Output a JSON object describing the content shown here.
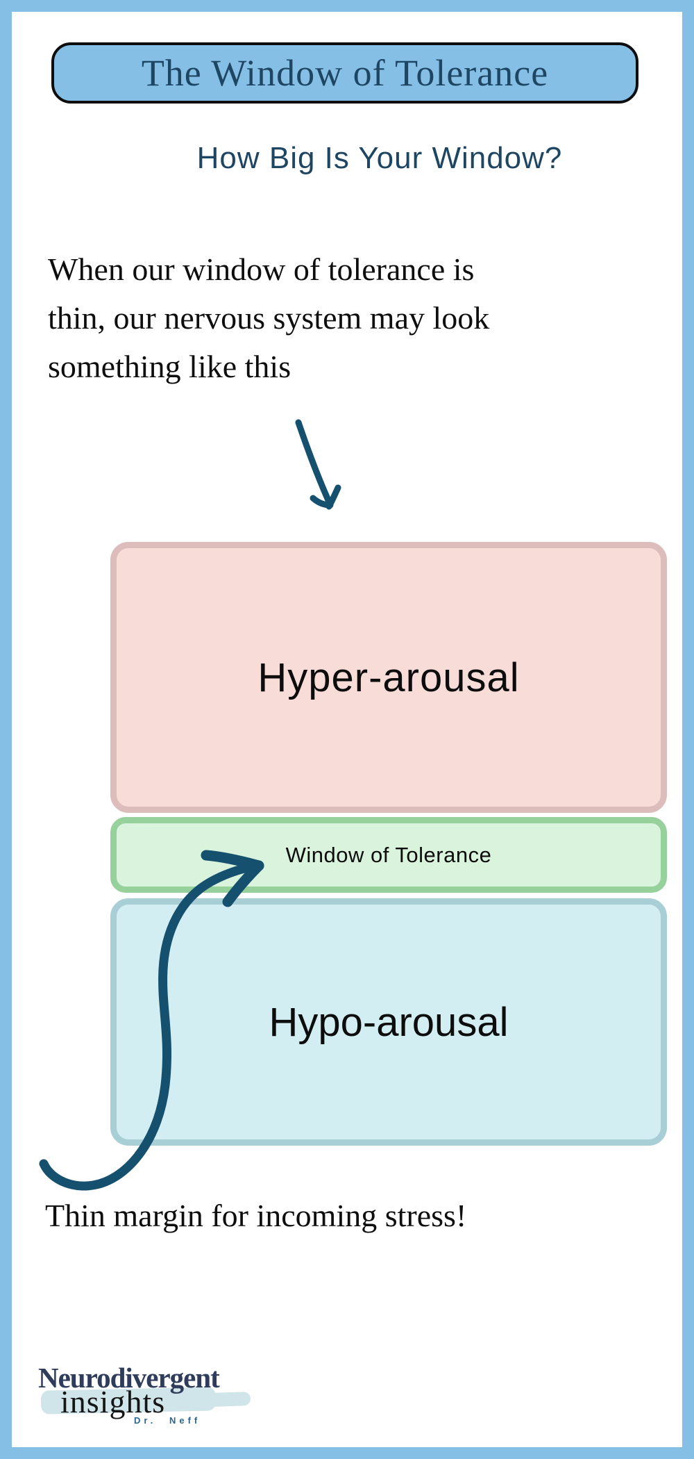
{
  "page": {
    "frame_color": "#85bfe5",
    "background_color": "#ffffff"
  },
  "title_banner": {
    "text": "The Window of Tolerance",
    "bg_color": "#85bfe5",
    "border_color": "#0d0d0d",
    "text_color": "#1e4663"
  },
  "subtitle": {
    "text": "How Big Is Your Window?",
    "color": "#1e4663"
  },
  "intro_paragraph": {
    "lines": [
      "When our window of tolerance is",
      "thin, our nervous system may look",
      "something like this"
    ],
    "color": "#0e0e0e"
  },
  "diagram": {
    "hyper": {
      "label": "Hyper-arousal",
      "fill": "#f8dcd8",
      "border": "#ddbcbc"
    },
    "window": {
      "label": "Window of Tolerance",
      "fill": "#daf3dc",
      "border": "#96d09b"
    },
    "hypo": {
      "label": "Hypo-arousal",
      "fill": "#d2eef2",
      "border": "#a8ced6"
    },
    "arrow_color": "#15506f"
  },
  "caption": {
    "text": "Thin margin for incoming stress!",
    "color": "#0e0e0e"
  },
  "logo": {
    "name_top": "Neurodivergent",
    "name_bottom": "insights",
    "byline": "Dr. Neff",
    "name_top_color": "#2f3c5c",
    "name_bottom_color": "#151515",
    "byline_color": "#2d6791",
    "brush_color": "#cfe5ea"
  }
}
